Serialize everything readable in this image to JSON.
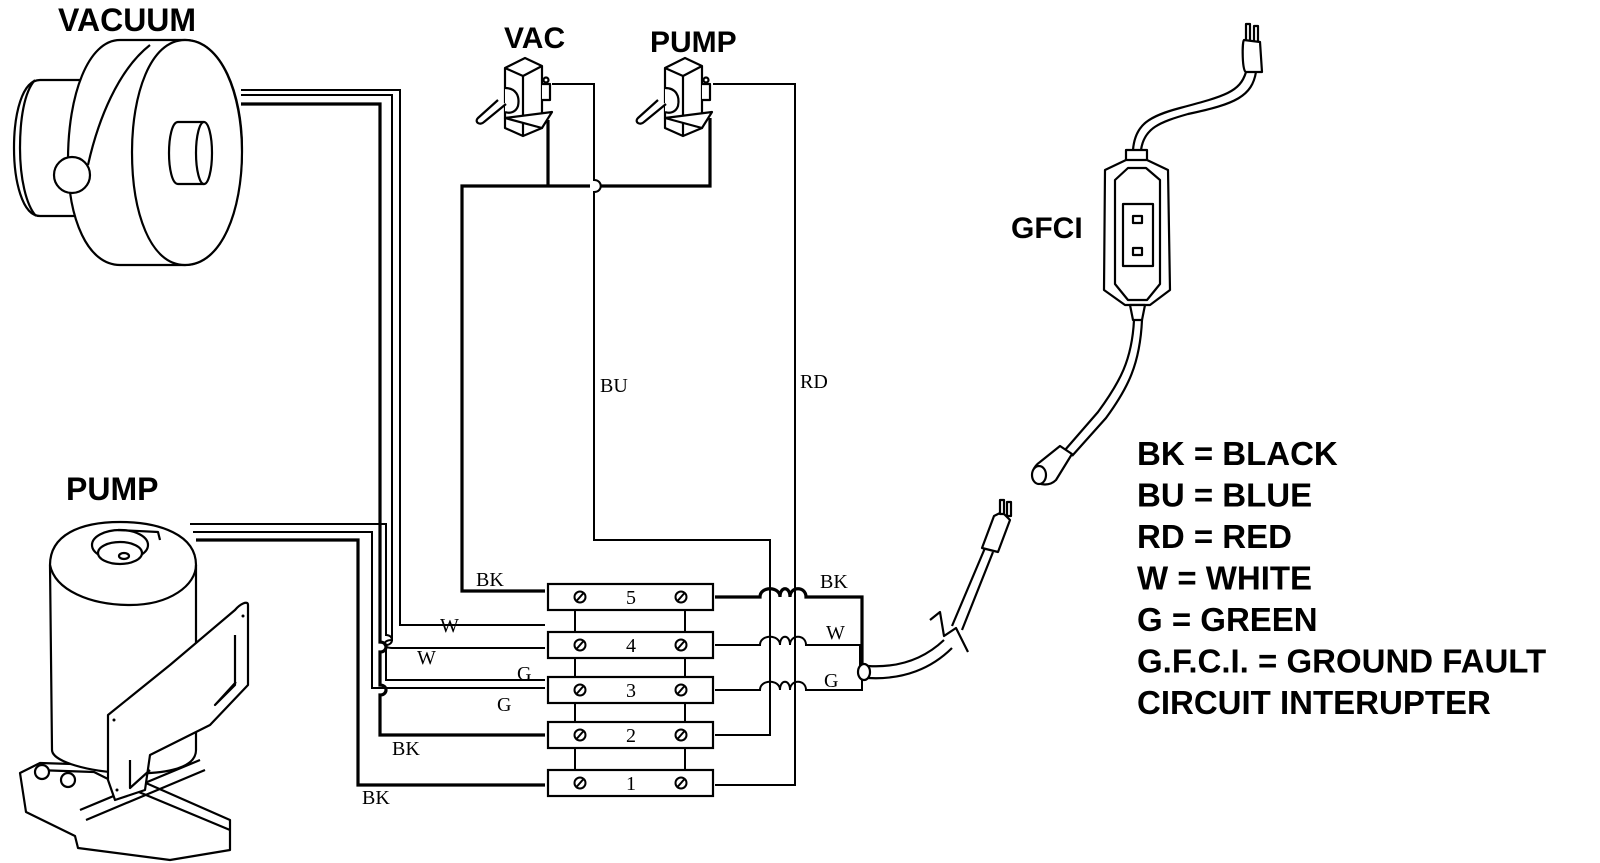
{
  "diagram": {
    "components": {
      "vacuum_label": "VACUUM",
      "vac_switch_label": "VAC",
      "pump_switch_label": "PUMP",
      "pump_label": "PUMP",
      "gfci_label": "GFCI"
    },
    "wire_labels": {
      "bu": "BU",
      "rd": "RD",
      "bk_top_left": "BK",
      "w_upper": "W",
      "w_lower": "W",
      "g_upper": "G",
      "g_lower": "G",
      "bk_term2": "BK",
      "bk_term1": "BK",
      "bk_right": "BK",
      "w_right": "W",
      "g_right": "G"
    },
    "terminal_block": {
      "terminals": [
        "5",
        "4",
        "3",
        "2",
        "1"
      ]
    },
    "legend": [
      "BK = BLACK",
      "BU = BLUE",
      "RD = RED",
      "W = WHITE",
      "G = GREEN",
      "G.F.C.I. = GROUND FAULT",
      "CIRCUIT INTERUPTER"
    ]
  }
}
